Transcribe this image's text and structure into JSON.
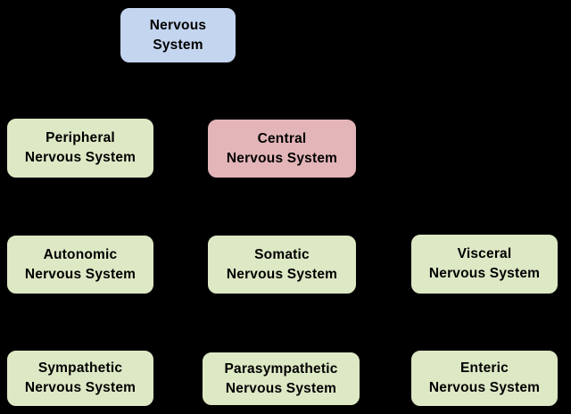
{
  "colors": {
    "background": "#000000",
    "border": "#000000",
    "text": "#000000",
    "root_fill": "#c4d5ef",
    "central_fill": "#e3b5b8",
    "branch_fill": "#dde8c5"
  },
  "boxes": [
    {
      "id": "nervous-system",
      "label": "Nervous\nSystem",
      "fill": "#c4d5ef"
    },
    {
      "id": "peripheral-nervous-system",
      "label": "Peripheral\nNervous System",
      "fill": "#dde8c5"
    },
    {
      "id": "central-nervous-system",
      "label": "Central\nNervous System",
      "fill": "#e3b5b8"
    },
    {
      "id": "autonomic-nervous-system",
      "label": "Autonomic\nNervous System",
      "fill": "#dde8c5"
    },
    {
      "id": "somatic-nervous-system",
      "label": "Somatic\nNervous System",
      "fill": "#dde8c5"
    },
    {
      "id": "visceral-nervous-system",
      "label": "Visceral\nNervous System",
      "fill": "#dde8c5"
    },
    {
      "id": "sympathetic-nervous-system",
      "label": "Sympathetic\nNervous System",
      "fill": "#dde8c5"
    },
    {
      "id": "parasympathetic-nervous-system",
      "label": "Parasympathetic\nNervous System",
      "fill": "#dde8c5"
    },
    {
      "id": "enteric-nervous-system",
      "label": "Enteric\nNervous System",
      "fill": "#dde8c5"
    }
  ]
}
